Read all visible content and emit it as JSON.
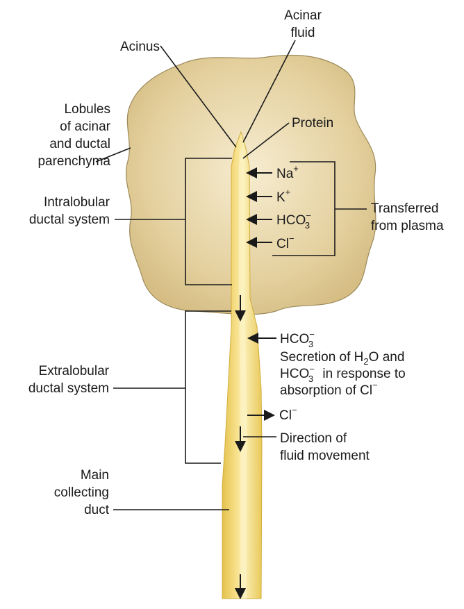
{
  "labels": {
    "acinus": "Acinus",
    "acinar_fluid": [
      "Acinar",
      "fluid"
    ],
    "protein": "Protein",
    "lobules": [
      "Lobules",
      "of acinar",
      "and ductal",
      "parenchyma"
    ],
    "intralobular": [
      "Intralobular",
      "ductal system"
    ],
    "transferred": [
      "Transferred",
      "from plasma"
    ],
    "extralobular": [
      "Extralobular",
      "ductal system"
    ],
    "main_duct": [
      "Main",
      "collecting",
      "duct"
    ],
    "direction": [
      "Direction of",
      "fluid movement"
    ]
  },
  "ions": {
    "na": {
      "base": "Na",
      "sup": "+"
    },
    "k": {
      "base": "K",
      "sup": "+"
    },
    "hco3": {
      "base": "HCO",
      "sub": "3",
      "sup": "−"
    },
    "cl": {
      "base": "Cl",
      "sup": "−"
    }
  },
  "secretion": {
    "line1_pre": "Secretion of H",
    "line1_sub": "2",
    "line1_post": "O and",
    "line2_base": "HCO",
    "line2_sub": "3",
    "line2_sup": "−",
    "line2_post": " in response to",
    "line3": "absorption of Cl",
    "line3_sup": "−"
  },
  "colors": {
    "lobule_fill_center": "#f3e6c2",
    "lobule_fill_edge": "#d8c18a",
    "duct_fill": "#f2d774",
    "duct_highlight": "#fbf0b8",
    "line": "#1a1a1a"
  }
}
